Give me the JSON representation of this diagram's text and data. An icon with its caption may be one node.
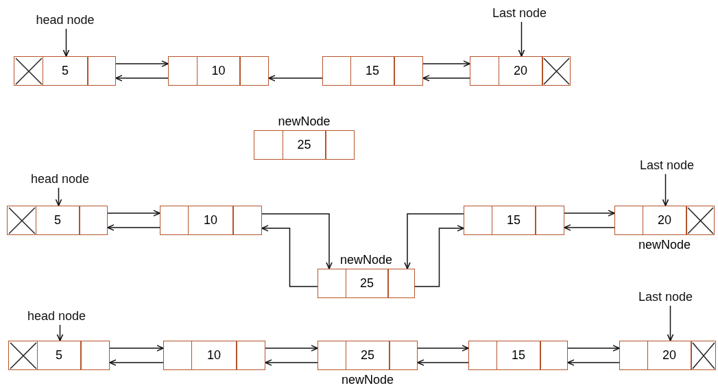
{
  "diagram": {
    "nodes": [
      {
        "text": [
          "head node"
        ]
      },
      {
        "text": [
          "Last node"
        ]
      },
      {
        "text": [
          "5"
        ]
      },
      {
        "text": [
          "10"
        ]
      },
      {
        "text": [
          "15"
        ]
      },
      {
        "text": [
          "20"
        ]
      },
      {
        "text": [
          "newNode",
          "25"
        ]
      },
      {
        "text": [
          "head node"
        ]
      },
      {
        "text": [
          "Last node"
        ]
      },
      {
        "text": [
          "5"
        ]
      },
      {
        "text": [
          "10"
        ]
      },
      {
        "text": [
          "newNode",
          "25"
        ]
      },
      {
        "text": [
          "15"
        ]
      },
      {
        "text": [
          "20"
        ],
        "beside": [
          "newNode"
        ]
      },
      {
        "text": [
          "head node"
        ]
      },
      {
        "text": [
          "Last node"
        ]
      },
      {
        "text": [
          "5"
        ]
      },
      {
        "text": [
          "10"
        ]
      },
      {
        "text": [
          "25"
        ],
        "beside": [
          "newNode"
        ]
      },
      {
        "text": [
          "15"
        ]
      },
      {
        "text": [
          "20"
        ]
      }
    ],
    "edges": [
      {
        "from": 0,
        "to": 2,
        "arrow": "to"
      },
      {
        "from": 1,
        "to": 5,
        "arrow": "to"
      },
      {
        "from": 2,
        "to": 3,
        "arrow": "to"
      },
      {
        "from": 3,
        "to": 2,
        "arrow": "to"
      },
      {
        "from": 4,
        "to": 3,
        "arrow": "to"
      },
      {
        "from": 4,
        "to": 5,
        "arrow": "to"
      },
      {
        "from": 5,
        "to": 4,
        "arrow": "to"
      },
      {
        "from": 7,
        "to": 9,
        "arrow": "to"
      },
      {
        "from": 8,
        "to": 13,
        "arrow": "to"
      },
      {
        "from": 9,
        "to": 10,
        "arrow": "to"
      },
      {
        "from": 10,
        "to": 9,
        "arrow": "to"
      },
      {
        "from": 10,
        "to": 11,
        "arrow": "to"
      },
      {
        "from": 11,
        "to": 10,
        "arrow": "to"
      },
      {
        "from": 12,
        "to": 11,
        "arrow": "to"
      },
      {
        "from": 11,
        "to": 12,
        "arrow": "to"
      },
      {
        "from": 12,
        "to": 13,
        "arrow": "to"
      },
      {
        "from": 13,
        "to": 12,
        "arrow": "to"
      },
      {
        "from": 14,
        "to": 16,
        "arrow": "to"
      },
      {
        "from": 15,
        "to": 20,
        "arrow": "to"
      },
      {
        "from": 16,
        "to": 17,
        "arrow": "to"
      },
      {
        "from": 17,
        "to": 16,
        "arrow": "to"
      },
      {
        "from": 17,
        "to": 18,
        "arrow": "to"
      },
      {
        "from": 18,
        "to": 17,
        "arrow": "to"
      },
      {
        "from": 18,
        "to": 19,
        "arrow": "to"
      },
      {
        "from": 19,
        "to": 18,
        "arrow": "to"
      },
      {
        "from": 19,
        "to": 20,
        "arrow": "to"
      },
      {
        "from": 20,
        "to": 19,
        "arrow": "to"
      }
    ]
  }
}
